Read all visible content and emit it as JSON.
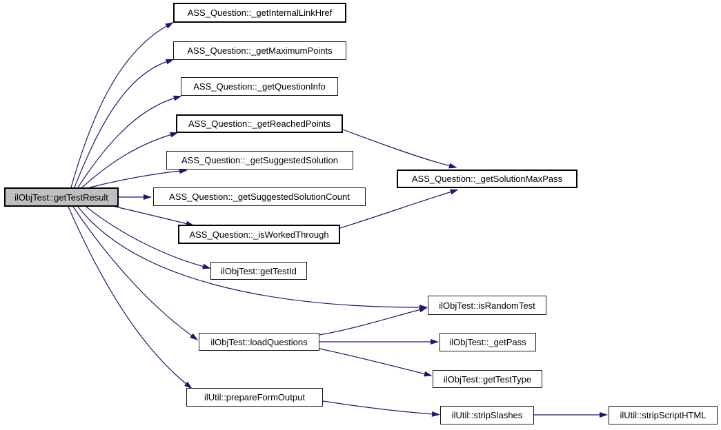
{
  "diagram": {
    "type": "call-graph",
    "root_function": "ilObjTest::getTestResult",
    "colors": {
      "edge": "#191970",
      "node_fill": "#ffffff",
      "node_border": "#000000",
      "root_node_fill": "#bfbfbf"
    },
    "nodes": [
      {
        "id": "getTestResult",
        "label": "ilObjTest::getTestResult",
        "root": true
      },
      {
        "id": "getInternalLinkHref",
        "label": "ASS_Question::_getInternalLinkHref",
        "root": false
      },
      {
        "id": "getMaximumPoints",
        "label": "ASS_Question::_getMaximumPoints",
        "root": false
      },
      {
        "id": "getQuestionInfo",
        "label": "ASS_Question::_getQuestionInfo",
        "root": false
      },
      {
        "id": "getReachedPoints",
        "label": "ASS_Question::_getReachedPoints",
        "root": false
      },
      {
        "id": "getSuggestedSolution",
        "label": "ASS_Question::_getSuggestedSolution",
        "root": false
      },
      {
        "id": "getSuggestedSolutionCount",
        "label": "ASS_Question::_getSuggestedSolutionCount",
        "root": false
      },
      {
        "id": "isWorkedThrough",
        "label": "ASS_Question::_isWorkedThrough",
        "root": false
      },
      {
        "id": "getTestId",
        "label": "ilObjTest::getTestId",
        "root": false
      },
      {
        "id": "getSolutionMaxPass",
        "label": "ASS_Question::_getSolutionMaxPass",
        "root": false
      },
      {
        "id": "isRandomTest",
        "label": "ilObjTest::isRandomTest",
        "root": false
      },
      {
        "id": "loadQuestions",
        "label": "ilObjTest::loadQuestions",
        "root": false
      },
      {
        "id": "getPass",
        "label": "ilObjTest::_getPass",
        "root": false
      },
      {
        "id": "getTestType",
        "label": "ilObjTest::getTestType",
        "root": false
      },
      {
        "id": "prepareFormOutput",
        "label": "ilUtil::prepareFormOutput",
        "root": false
      },
      {
        "id": "stripSlashes",
        "label": "ilUtil::stripSlashes",
        "root": false
      },
      {
        "id": "stripScriptHTML",
        "label": "ilUtil::stripScriptHTML",
        "root": false
      }
    ],
    "edges": [
      {
        "from": "getTestResult",
        "to": "getInternalLinkHref"
      },
      {
        "from": "getTestResult",
        "to": "getMaximumPoints"
      },
      {
        "from": "getTestResult",
        "to": "getQuestionInfo"
      },
      {
        "from": "getTestResult",
        "to": "getReachedPoints"
      },
      {
        "from": "getTestResult",
        "to": "getSuggestedSolution"
      },
      {
        "from": "getTestResult",
        "to": "getSuggestedSolutionCount"
      },
      {
        "from": "getTestResult",
        "to": "isWorkedThrough"
      },
      {
        "from": "getTestResult",
        "to": "getTestId"
      },
      {
        "from": "getTestResult",
        "to": "isRandomTest"
      },
      {
        "from": "getTestResult",
        "to": "loadQuestions"
      },
      {
        "from": "getTestResult",
        "to": "prepareFormOutput"
      },
      {
        "from": "getReachedPoints",
        "to": "getSolutionMaxPass"
      },
      {
        "from": "isWorkedThrough",
        "to": "getSolutionMaxPass"
      },
      {
        "from": "loadQuestions",
        "to": "isRandomTest"
      },
      {
        "from": "loadQuestions",
        "to": "getPass"
      },
      {
        "from": "loadQuestions",
        "to": "getTestType"
      },
      {
        "from": "prepareFormOutput",
        "to": "stripSlashes"
      },
      {
        "from": "stripSlashes",
        "to": "stripScriptHTML"
      }
    ]
  }
}
